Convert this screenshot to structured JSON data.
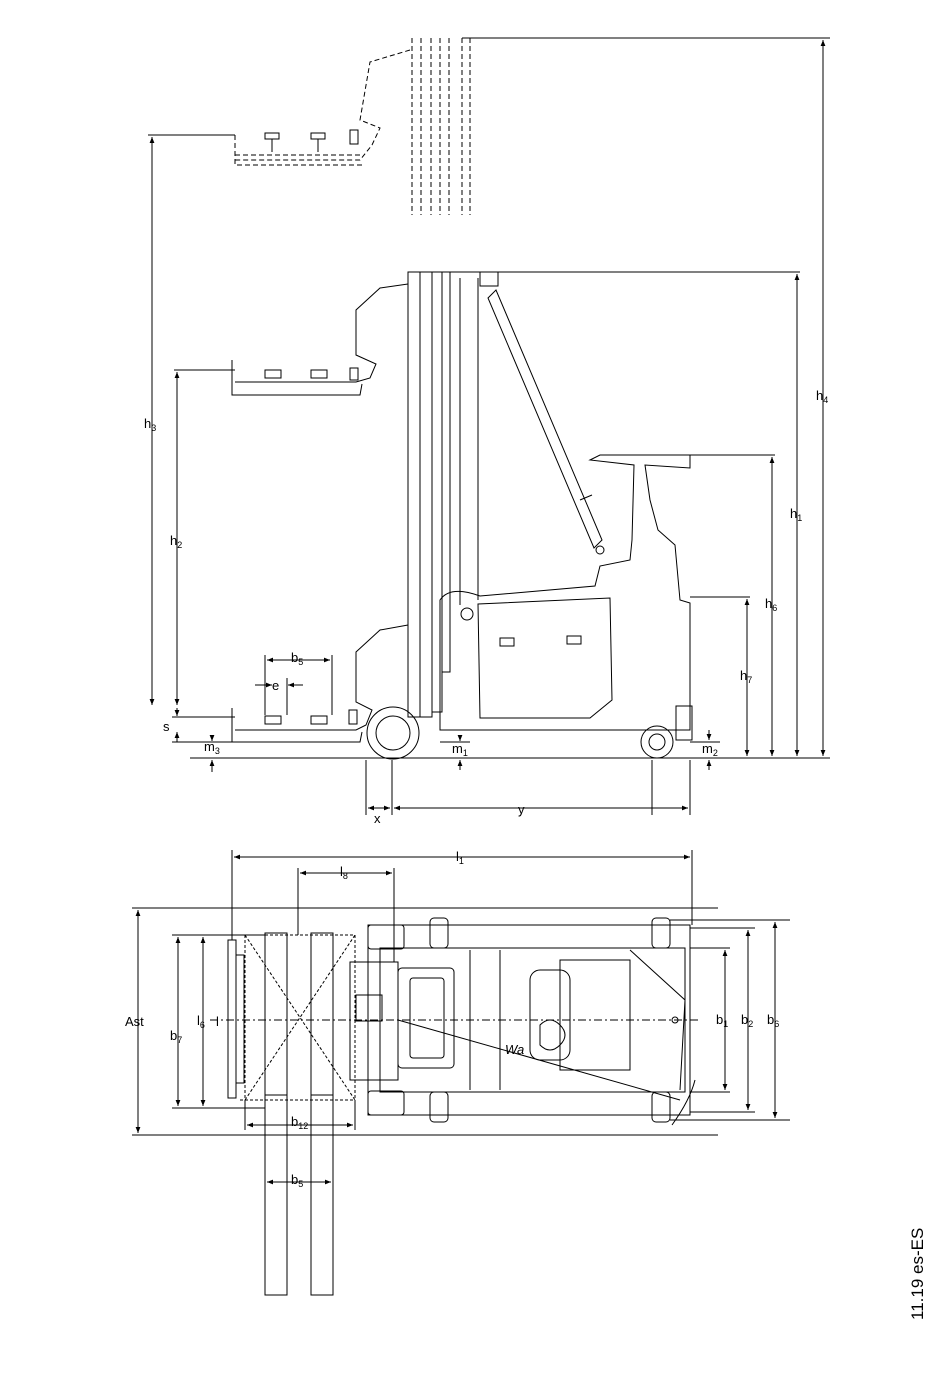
{
  "document": {
    "code": "11.19 es-ES"
  },
  "side_view": {
    "dimensions": {
      "h4": {
        "main": "h",
        "sub": "4"
      },
      "h1": {
        "main": "h",
        "sub": "1"
      },
      "h6": {
        "main": "h",
        "sub": "6"
      },
      "h7": {
        "main": "h",
        "sub": "7"
      },
      "h3": {
        "main": "h",
        "sub": "3"
      },
      "h2": {
        "main": "h",
        "sub": "2"
      },
      "b5": {
        "main": "b",
        "sub": "5"
      },
      "e": "e",
      "s": "s",
      "m3": {
        "main": "m",
        "sub": "3"
      },
      "m1": {
        "main": "m",
        "sub": "1"
      },
      "m2": {
        "main": "m",
        "sub": "2"
      },
      "x": "x",
      "y": "y"
    }
  },
  "top_view": {
    "dimensions": {
      "l1": {
        "main": "l",
        "sub": "1"
      },
      "l8": {
        "main": "l",
        "sub": "8"
      },
      "Ast": "Ast",
      "b7": {
        "main": "b",
        "sub": "7"
      },
      "l6": {
        "main": "l",
        "sub": "6"
      },
      "l": "l",
      "Wa": "Wa",
      "b1": {
        "main": "b",
        "sub": "1"
      },
      "b2": {
        "main": "b",
        "sub": "2"
      },
      "b6": {
        "main": "b",
        "sub": "6"
      },
      "b12": {
        "main": "b",
        "sub": "12"
      },
      "b5": {
        "main": "b",
        "sub": "5"
      }
    }
  }
}
